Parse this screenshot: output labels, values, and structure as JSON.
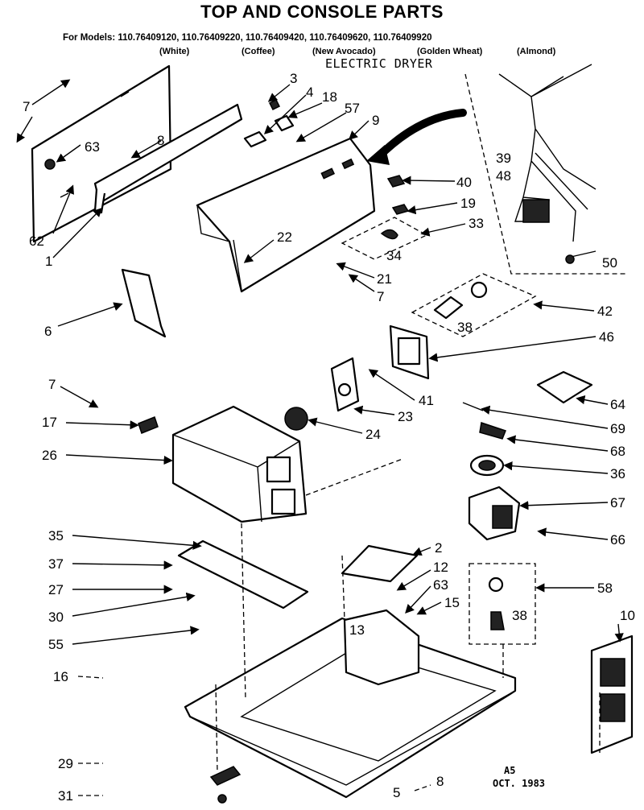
{
  "title": "TOP AND CONSOLE PARTS",
  "models_line": "For Models: 110.76409120, 110.76409220, 110.76409420, 110.76409620, 110.76409920",
  "colors": [
    "(White)",
    "(Coffee)",
    "(New Avocado)",
    "(Golden Wheat)",
    "(Almond)"
  ],
  "subtitle": "ELECTRIC DRYER",
  "revision": "A5",
  "date": "OCT. 1983",
  "callouts": {
    "c1": "1",
    "c2": "2",
    "c3": "3",
    "c4": "4",
    "c5": "5",
    "c6": "6",
    "c7a": "7",
    "c7b": "7",
    "c7c": "7",
    "c8": "8",
    "c9": "9",
    "c10": "10",
    "c12": "12",
    "c13": "13",
    "c15": "15",
    "c16": "16",
    "c17": "17",
    "c18": "18",
    "c19": "19",
    "c21": "21",
    "c22": "22",
    "c23": "23",
    "c24": "24",
    "c26": "26",
    "c27": "27",
    "c29": "29",
    "c30": "30",
    "c31": "31",
    "c33": "33",
    "c34": "34",
    "c35": "35",
    "c36": "36",
    "c37": "37",
    "c38a": "38",
    "c38b": "38",
    "c39": "39",
    "c40": "40",
    "c41": "41",
    "c42": "42",
    "c46": "46",
    "c48": "48",
    "c50": "50",
    "c55": "55",
    "c57": "57",
    "c58": "58",
    "c62": "62",
    "c63a": "63",
    "c63b": "63",
    "c64": "64",
    "c66": "66",
    "c67": "67",
    "c68": "68",
    "c69": "69",
    "c8b": "8"
  }
}
